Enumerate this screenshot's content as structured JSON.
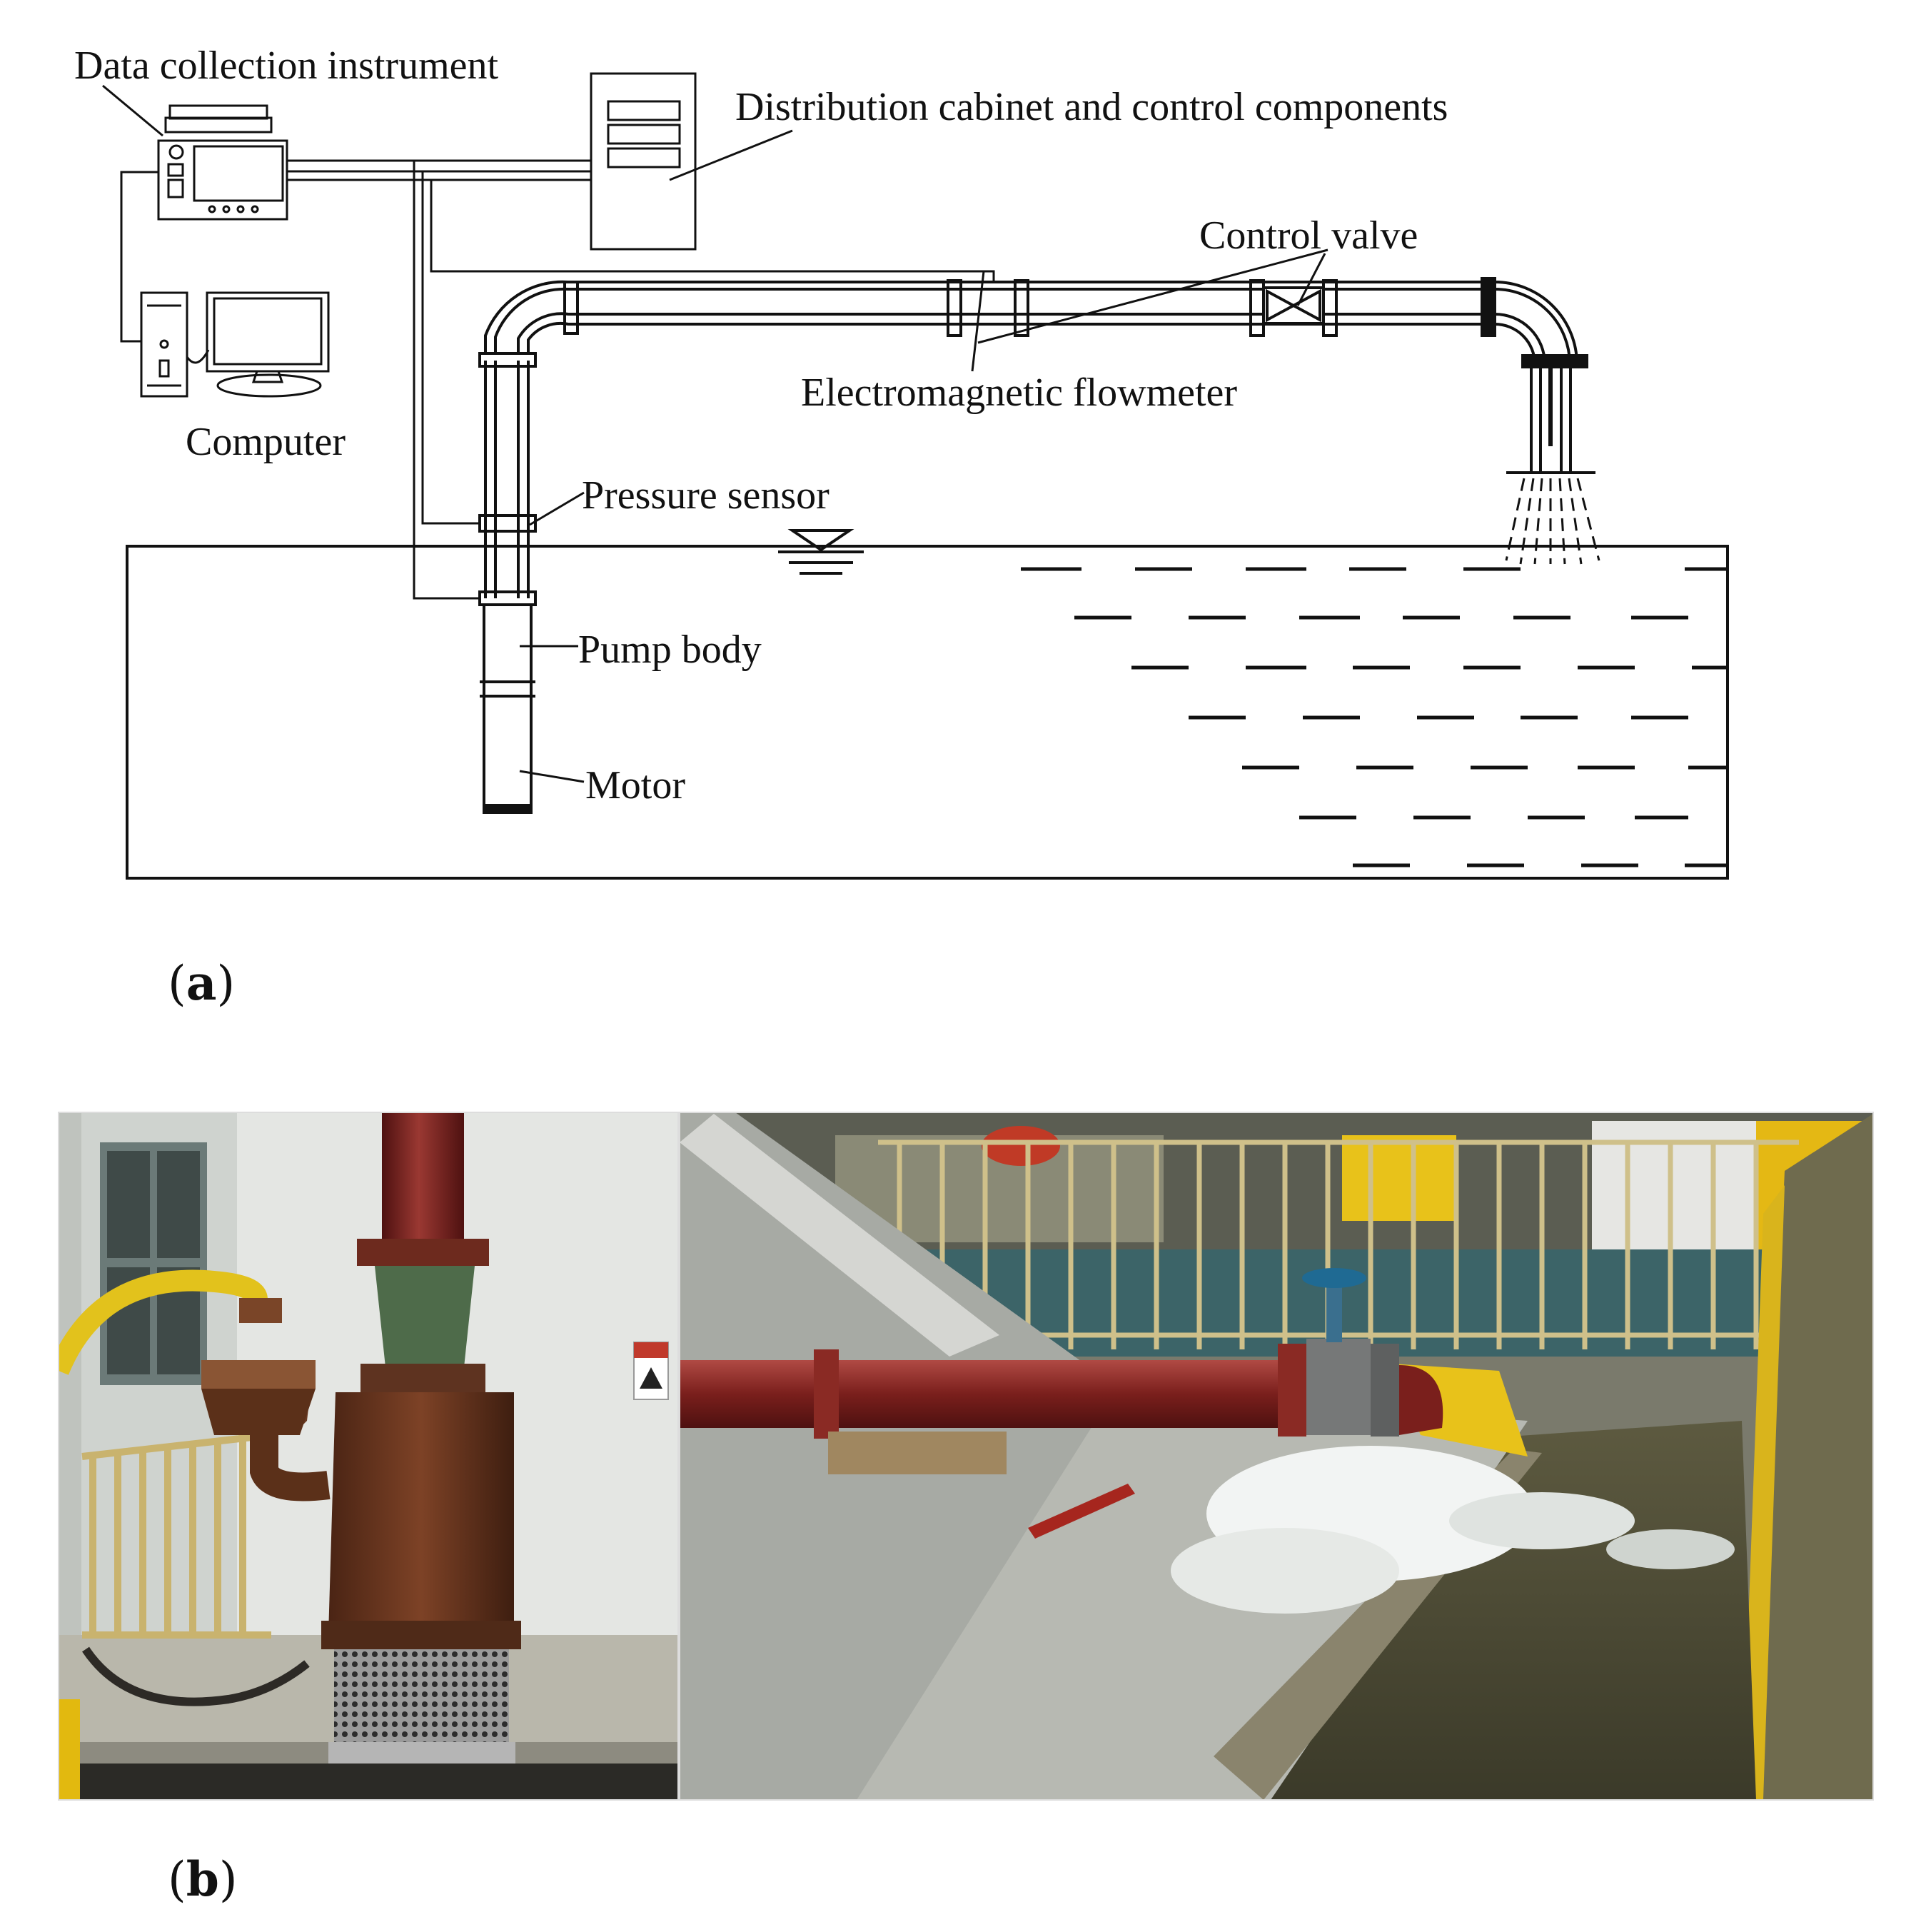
{
  "labels": {
    "data_collection": "Data collection instrument",
    "distribution": "Distribution cabinet and control components",
    "control_valve": "Control valve",
    "flowmeter": "Electromagnetic flowmeter",
    "computer": "Computer",
    "pressure_sensor": "Pressure sensor",
    "pump_body": "Pump body",
    "motor": "Motor"
  },
  "panels": {
    "a": {
      "open": "(",
      "letter": "a",
      "close": ")"
    },
    "b": {
      "open": "(",
      "letter": "b",
      "close": ")"
    }
  },
  "colors": {
    "line": "#111111",
    "pipe_red": "#7a1f1c",
    "rust": "#6b3a22",
    "water": "#4a4a34",
    "foam": "#f2f4f3",
    "yellow": "#e8c21a",
    "wall": "#e9ebe8",
    "valve_blue": "#1f6a93"
  }
}
